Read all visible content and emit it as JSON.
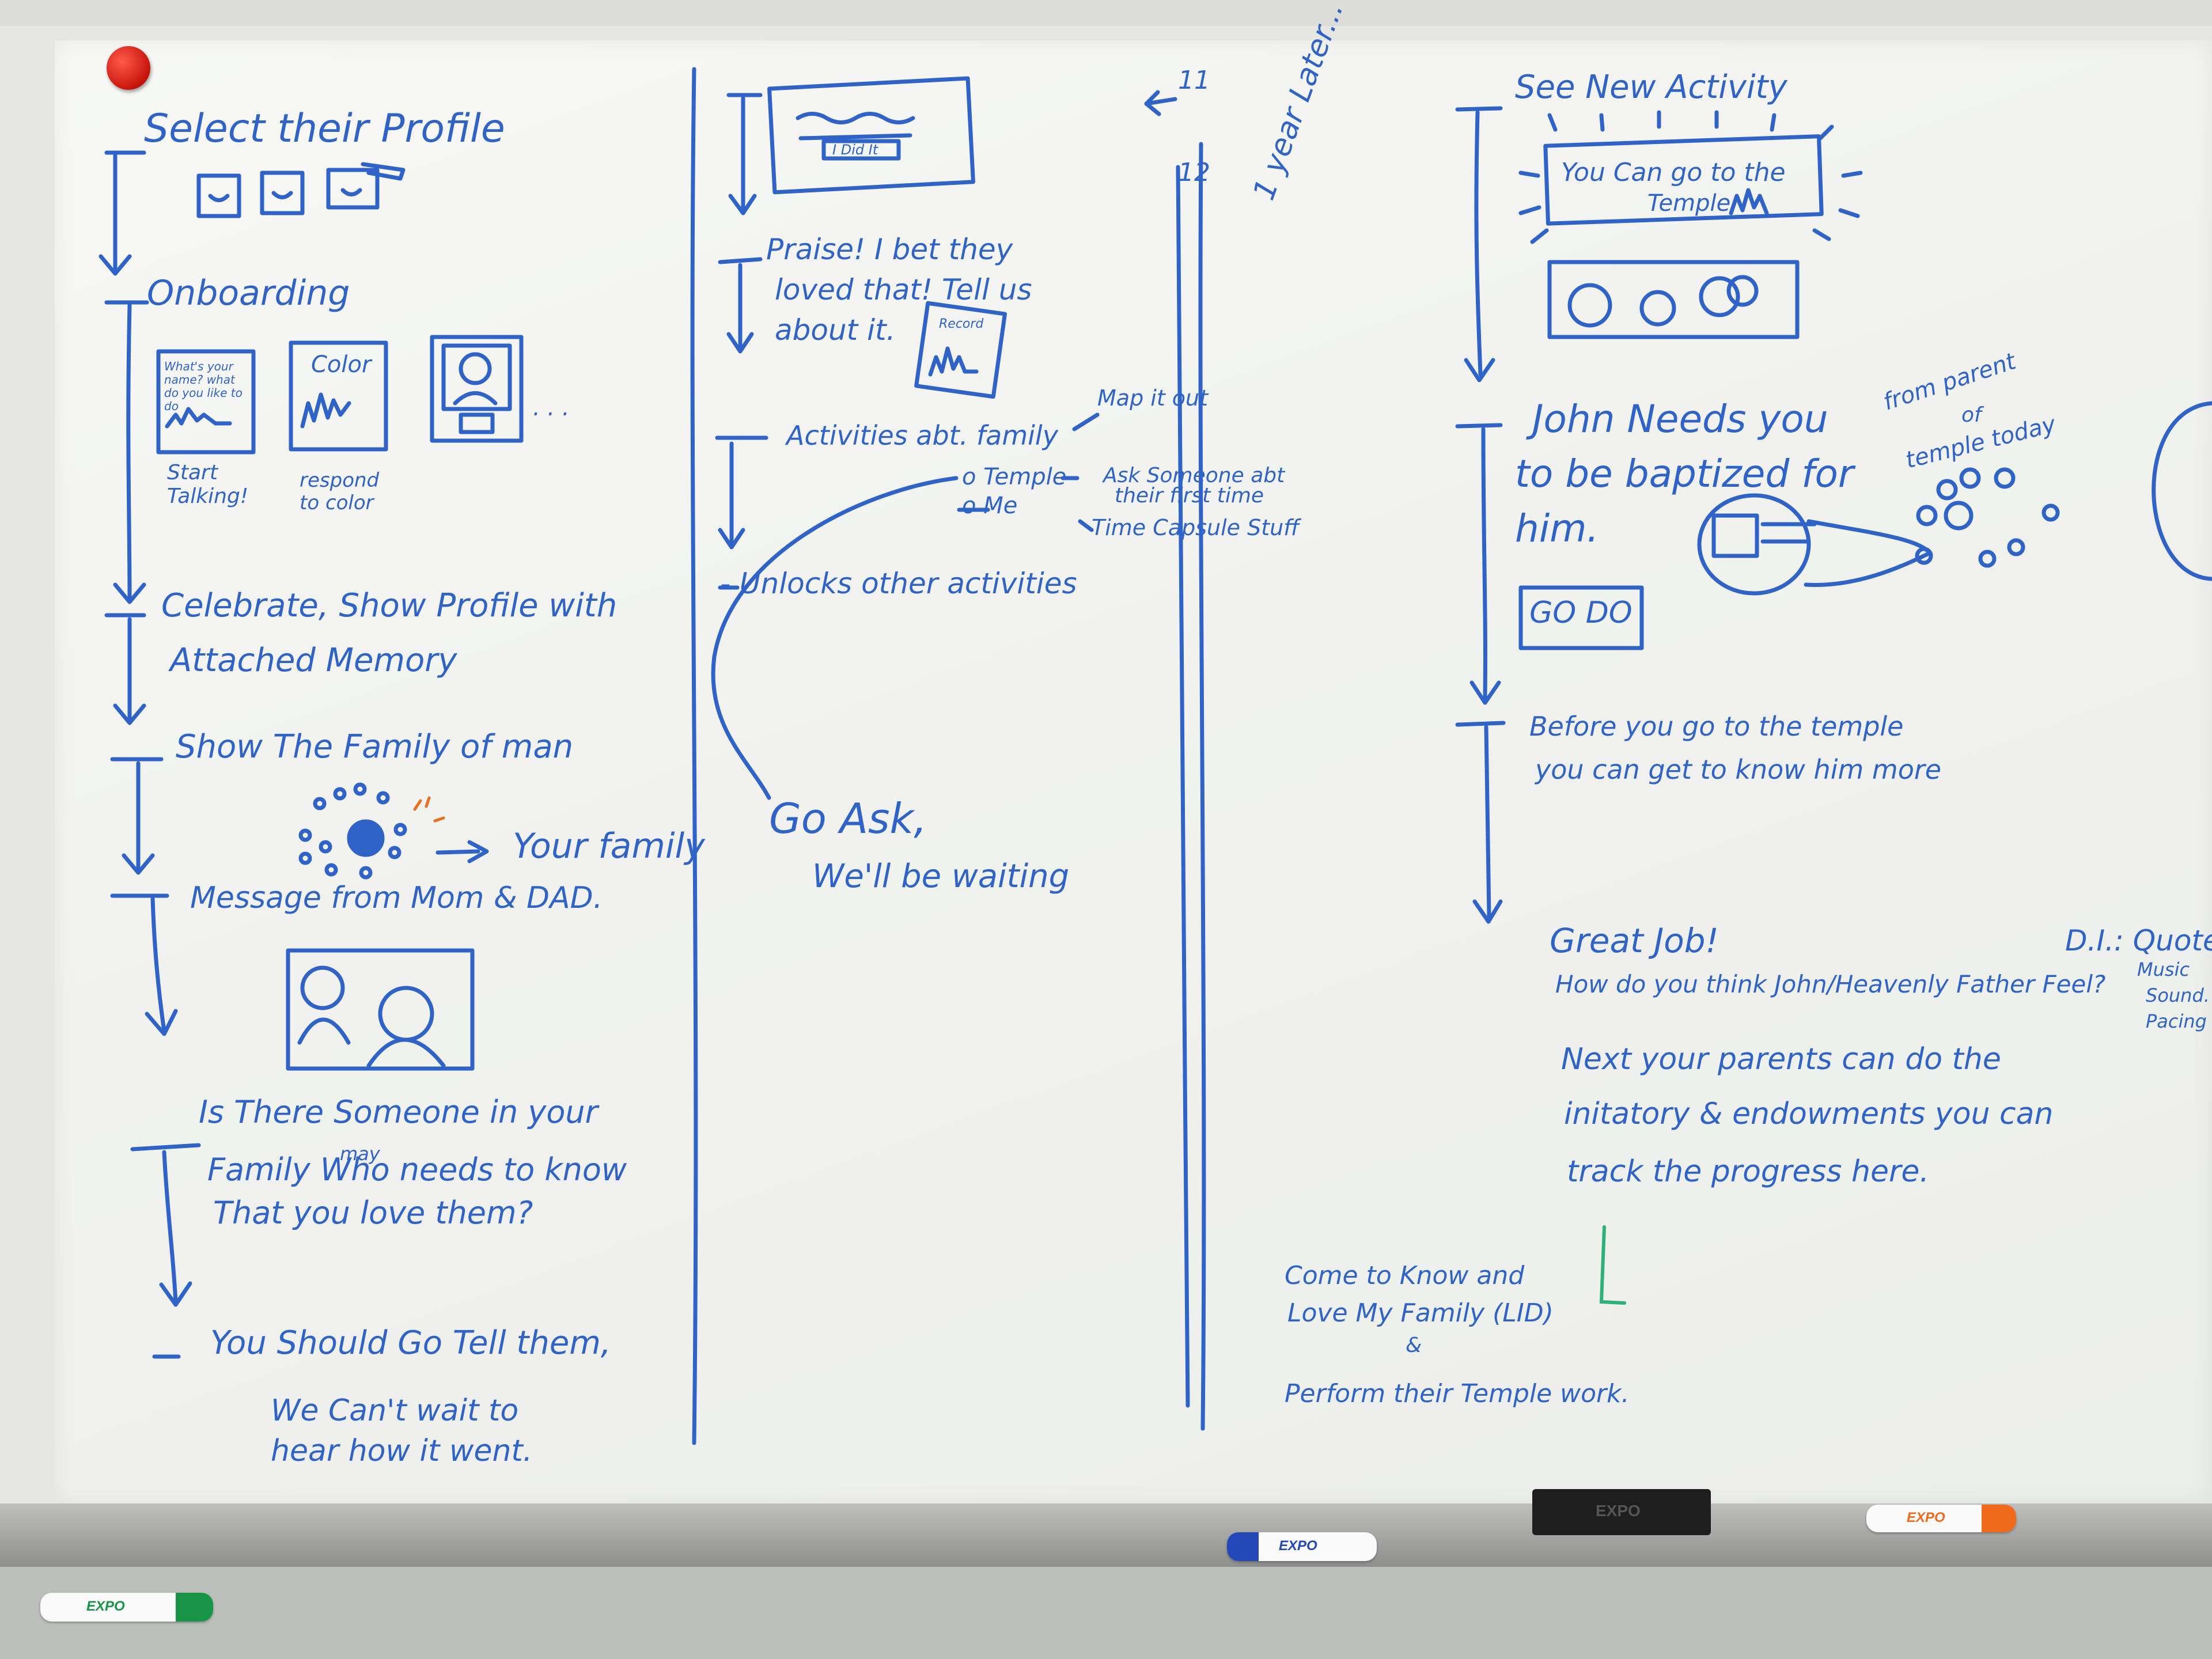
{
  "col1": {
    "select_profile": "Select their Profile",
    "onboarding": "Onboarding",
    "card1_text": "What's your name? what do you like to do",
    "card2_text": "Color",
    "start_talking": "Start Talking!",
    "respond_color": "respond to color",
    "ellipsis": ". . .",
    "celebrate_1": "Celebrate, Show Profile with",
    "celebrate_2": "Attached Memory",
    "family_of_man": "Show The Family of man",
    "your_family": "Your family",
    "message": "Message from Mom & DAD.",
    "someone_1": "Is There Someone in your",
    "someone_may": "may",
    "someone_2": "Family Who needs to know",
    "someone_3": "That you love them?",
    "go_tell": "You Should Go Tell them,",
    "cant_wait_1": "We Can't wait to",
    "cant_wait_2": "hear how it went."
  },
  "col2": {
    "did_it": "I Did It",
    "praise_1": "Praise! I bet they",
    "praise_2": "loved that! Tell us",
    "praise_3": "about it.",
    "record": "Record",
    "activities": "Activities abt. family",
    "map_it_out": "Map it out",
    "temple": "o Temple",
    "me": "o Me",
    "ask_someone_1": "Ask Someone abt",
    "ask_someone_2": "their first time",
    "time_capsule": "Time Capsule Stuff",
    "unlocks": "- Unlocks other activities",
    "go_ask": "Go Ask,",
    "waiting": "We'll be waiting"
  },
  "col3": {
    "label_11": "11",
    "label_12": "12",
    "year_later": "1 year Later..."
  },
  "col4": {
    "see_new": "See New Activity",
    "temple_banner_1": "You Can go to the",
    "temple_banner_2": "Temple",
    "john_1": "John Needs you",
    "john_2": "to be baptized for",
    "john_3": "him.",
    "from_parent_1": "from parent",
    "from_parent_2": "of",
    "from_parent_3": "temple today",
    "go_do": "GO DO",
    "before_1": "Before you go to the temple",
    "before_2": "you can get to know him more",
    "great_job": "Great Job!",
    "how_feel": "How do you think John/Heavenly Father Feel?",
    "next_1": "Next your parents can do the",
    "next_2": "initatory & endowments you can",
    "next_3": "track the progress here.",
    "di_1": "D.I.: Quote,",
    "di_2": "Music",
    "di_3": "Sound.",
    "di_4": "Pacing",
    "come_know_1": "Come to Know and",
    "come_know_2": "Love My Family (LID)",
    "amp": "&",
    "perform": "Perform their Temple work."
  },
  "tray": {
    "marker_left": "EXPO",
    "marker_mid": "EXPO",
    "marker_right": "EXPO",
    "eraser": "EXPO"
  },
  "colors": {
    "ink_blue": "#2f63c8",
    "ink_orange": "#e8701e",
    "ink_green": "#2fb07a",
    "magnet_red": "#d9160e"
  }
}
